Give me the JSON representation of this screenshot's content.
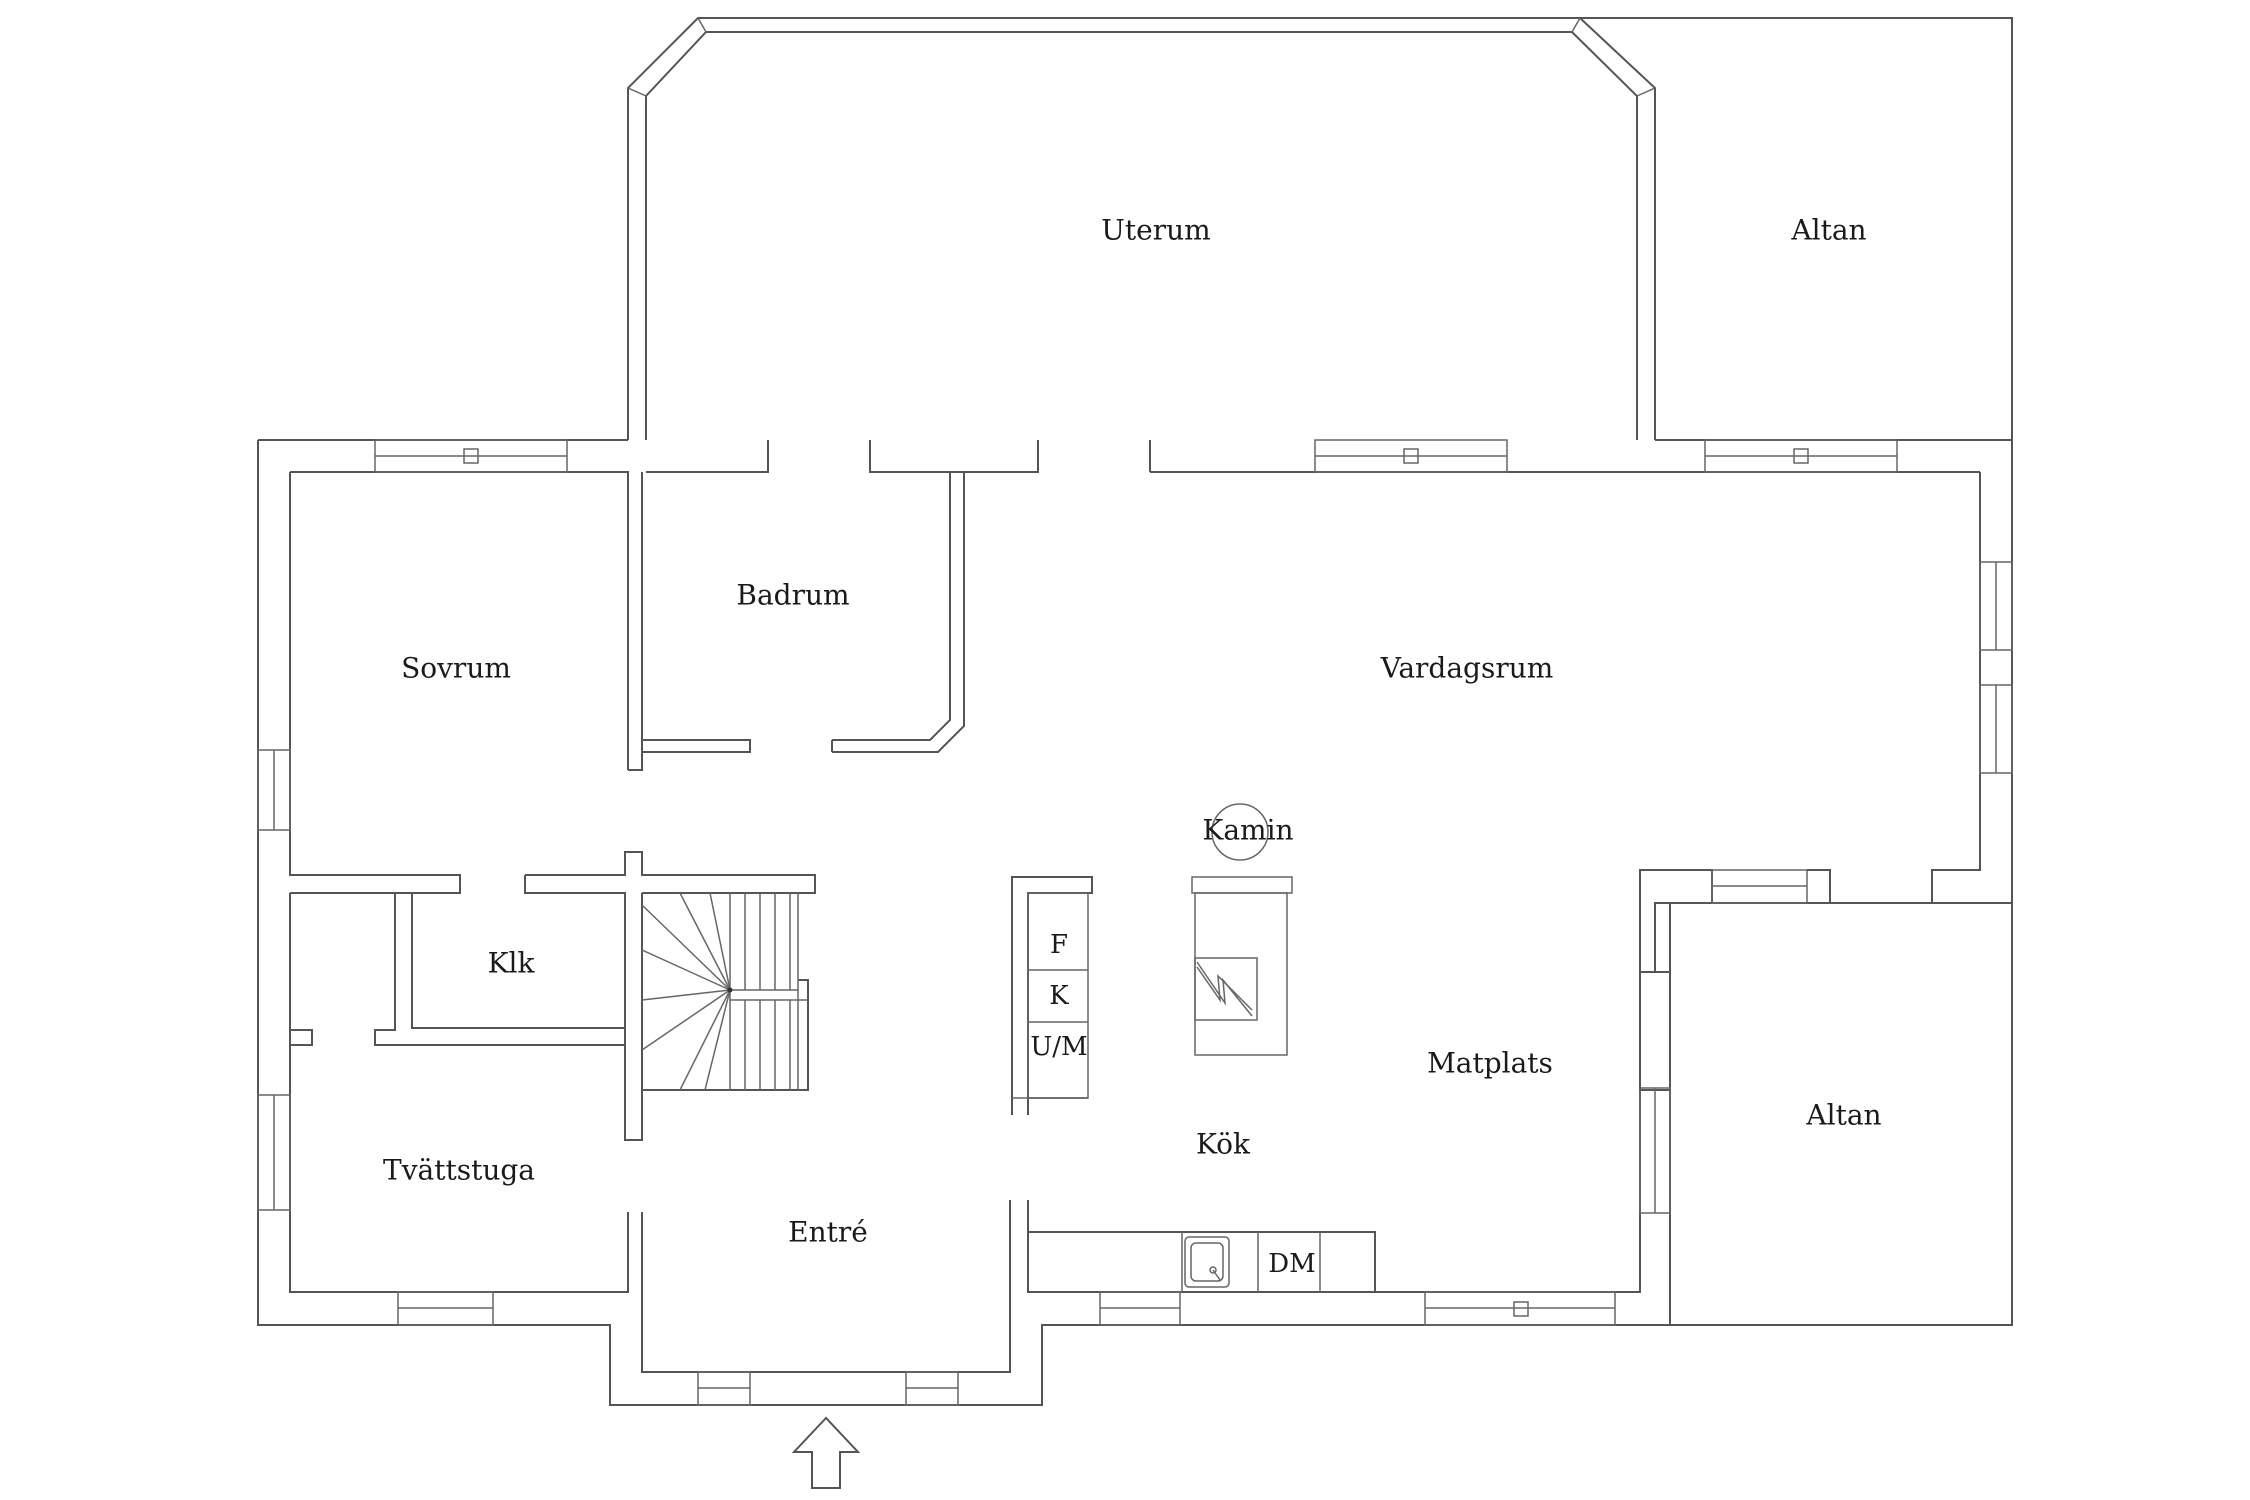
{
  "rooms": {
    "uterum": "Uterum",
    "altan_top": "Altan",
    "badrum": "Badrum",
    "sovrum": "Sovrum",
    "vardagsrum": "Vardagsrum",
    "kamin": "Kamin",
    "klk": "Klk",
    "matplats": "Matplats",
    "altan_right": "Altan",
    "kok": "Kök",
    "tvattstuga": "Tvättstuga",
    "entre": "Entré"
  },
  "fixtures": {
    "f": "F",
    "k": "K",
    "um": "U/M",
    "dm": "DM"
  },
  "icons": {
    "entrance": "entrance-arrow-icon",
    "sink": "sink-icon",
    "fireplace": "fireplace-icon"
  },
  "colors": {
    "wall": "#555555",
    "background": "#ffffff",
    "text": "#1a1a1a"
  }
}
